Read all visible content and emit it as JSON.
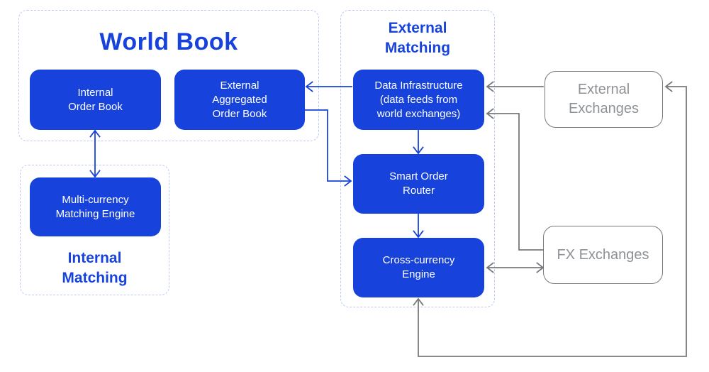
{
  "containers": {
    "world_book": {
      "title": "World Book"
    },
    "internal_matching": {
      "label_lines": [
        "Internal",
        "Matching"
      ]
    },
    "external_matching": {
      "label_lines": [
        "External",
        "Matching"
      ]
    }
  },
  "nodes": {
    "internal_order_book": {
      "lines": [
        "Internal",
        "Order Book"
      ]
    },
    "external_aggregated_order_book": {
      "lines": [
        "External",
        "Aggregated",
        "Order Book"
      ]
    },
    "multi_currency_matching_engine": {
      "lines": [
        "Multi-currency",
        "Matching Engine"
      ]
    },
    "data_infrastructure": {
      "lines": [
        "Data Infrastructure",
        "(data feeds from",
        "world exchanges)"
      ]
    },
    "smart_order_router": {
      "lines": [
        "Smart Order",
        "Router"
      ]
    },
    "cross_currency_engine": {
      "lines": [
        "Cross-currency",
        "Engine"
      ]
    },
    "external_exchanges": {
      "lines": [
        "External",
        "Exchanges"
      ]
    },
    "fx_exchanges": {
      "lines": [
        "FX Exchanges"
      ]
    }
  },
  "edges": [
    {
      "from": "internal_order_book",
      "to": "multi_currency_matching_engine",
      "direction": "both",
      "color": "blue"
    },
    {
      "from": "data_infrastructure",
      "to": "external_aggregated_order_book",
      "direction": "one-way",
      "color": "blue"
    },
    {
      "from": "external_aggregated_order_book",
      "to": "smart_order_router",
      "direction": "one-way",
      "color": "blue"
    },
    {
      "from": "data_infrastructure",
      "to": "smart_order_router",
      "direction": "one-way",
      "color": "blue"
    },
    {
      "from": "smart_order_router",
      "to": "cross_currency_engine",
      "direction": "one-way",
      "color": "blue"
    },
    {
      "from": "external_exchanges",
      "to": "data_infrastructure",
      "direction": "one-way",
      "color": "gray"
    },
    {
      "from": "fx_exchanges",
      "to": "data_infrastructure",
      "direction": "one-way",
      "color": "gray"
    },
    {
      "from": "cross_currency_engine",
      "to": "fx_exchanges",
      "direction": "both",
      "color": "gray"
    },
    {
      "from": "cross_currency_engine",
      "to": "external_exchanges",
      "direction": "both",
      "color": "gray",
      "route": "bottom-loop"
    }
  ],
  "colors": {
    "primary_blue": "#1743dc",
    "container_dash": "#bdc9f4",
    "gray_line": "#77797d",
    "gray_text": "#8e9296",
    "node_text": "#ffffff",
    "background": "#ffffff"
  }
}
